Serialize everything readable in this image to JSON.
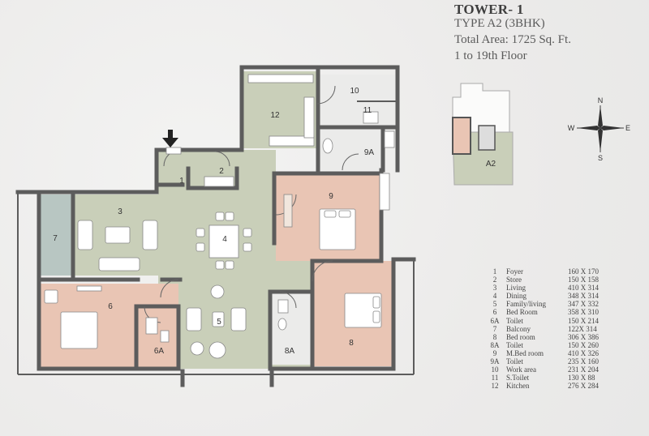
{
  "header": {
    "tower": "TOWER- 1",
    "type": "TYPE A2 (3BHK)",
    "area": "Total Area: 1725 Sq. Ft.",
    "floors": "1 to 19th Floor"
  },
  "plan_labels": {
    "r1": "1",
    "r2": "2",
    "r3": "3",
    "r4": "4",
    "r5": "5",
    "r6": "6",
    "r6a": "6A",
    "r7": "7",
    "r8": "8",
    "r8a": "8A",
    "r9": "9",
    "r9a": "9A",
    "r10": "10",
    "r11": "11",
    "r12": "12"
  },
  "key_plan": {
    "unit_label": "A2"
  },
  "compass": {
    "n": "N",
    "e": "E",
    "s": "S",
    "w": "W"
  },
  "colors": {
    "sage": "#c9cfb9",
    "peach": "#e9c5b4",
    "wall": "#5c5c5c",
    "balcony": "#b8c6c2"
  },
  "legend": [
    {
      "no": "1",
      "name": "Foyer",
      "dim": "160 X 170"
    },
    {
      "no": "2",
      "name": "Store",
      "dim": "150 X 158"
    },
    {
      "no": "3",
      "name": "Living",
      "dim": "410 X 314"
    },
    {
      "no": "4",
      "name": "Dining",
      "dim": "348 X 314"
    },
    {
      "no": "5",
      "name": "Family/living",
      "dim": "347 X 332"
    },
    {
      "no": "6",
      "name": "Bed Room",
      "dim": "358 X 310"
    },
    {
      "no": "6A",
      "name": "Toilet",
      "dim": "150 X 214"
    },
    {
      "no": "7",
      "name": "Balcony",
      "dim": "122X 314"
    },
    {
      "no": "8",
      "name": "Bed room",
      "dim": "306 X 386"
    },
    {
      "no": "8A",
      "name": "Toilet",
      "dim": "150 X 260"
    },
    {
      "no": "9",
      "name": "M.Bed room",
      "dim": "410 X 326"
    },
    {
      "no": "9A",
      "name": "Toilet",
      "dim": "235 X 160"
    },
    {
      "no": "10",
      "name": "Work area",
      "dim": "231 X 204"
    },
    {
      "no": "11",
      "name": "S.Toilet",
      "dim": "130 X 88"
    },
    {
      "no": "12",
      "name": "Kitchen",
      "dim": "276 X 284"
    }
  ]
}
